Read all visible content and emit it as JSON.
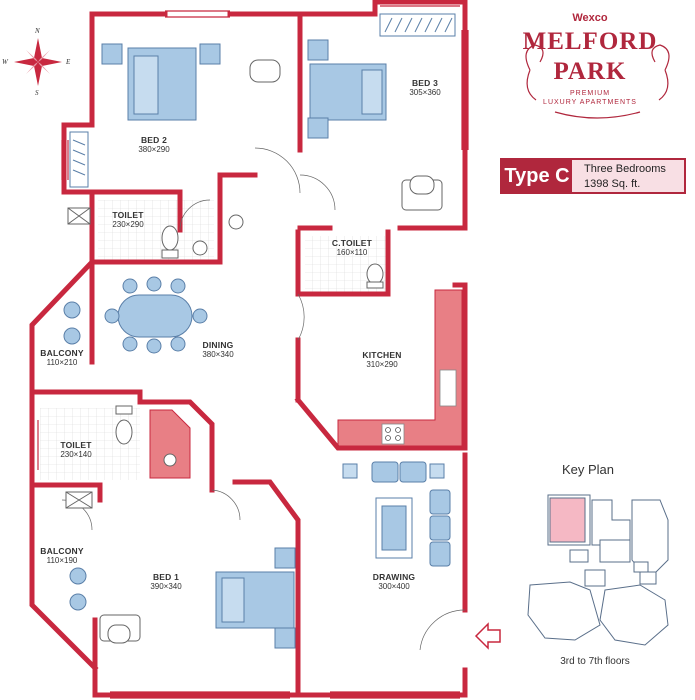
{
  "rooms": [
    {
      "key": "bed2",
      "name": "BED 2",
      "dims": "380×290"
    },
    {
      "key": "bed3",
      "name": "BED 3",
      "dims": "305×360"
    },
    {
      "key": "toilet1",
      "name": "TOILET",
      "dims": "230×290"
    },
    {
      "key": "ctoilet",
      "name": "C.TOILET",
      "dims": "160×110"
    },
    {
      "key": "balcony1",
      "name": "BALCONY",
      "dims": "110×210"
    },
    {
      "key": "dining",
      "name": "DINING",
      "dims": "380×340"
    },
    {
      "key": "kitchen",
      "name": "KITCHEN",
      "dims": "310×290"
    },
    {
      "key": "toilet2",
      "name": "TOILET",
      "dims": "230×140"
    },
    {
      "key": "balcony2",
      "name": "BALCONY",
      "dims": "110×190"
    },
    {
      "key": "bed1",
      "name": "BED 1",
      "dims": "390×340"
    },
    {
      "key": "drawing",
      "name": "DRAWING",
      "dims": "300×400"
    }
  ],
  "branding": {
    "developer": "Wexco",
    "project_line1": "MELFORD",
    "project_line2": "PARK",
    "tagline_line1": "PREMIUM",
    "tagline_line2": "LUXURY APARTMENTS"
  },
  "unit_type": {
    "label": "Type C",
    "bedrooms": "Three Bedrooms",
    "area": "1398 Sq. ft."
  },
  "compass": {
    "n": "N",
    "s": "S",
    "e": "E",
    "w": "W"
  },
  "key_plan": {
    "title": "Key Plan",
    "floors": "3rd to 7th floors"
  },
  "colors": {
    "wall": "#c8283f",
    "accent": "#b0273d",
    "furniture": "#a8c8e4",
    "furniture_stroke": "#5a7fa8",
    "kitchen_counter": "#e87f85",
    "unit_highlight": "#f5b8c4"
  }
}
